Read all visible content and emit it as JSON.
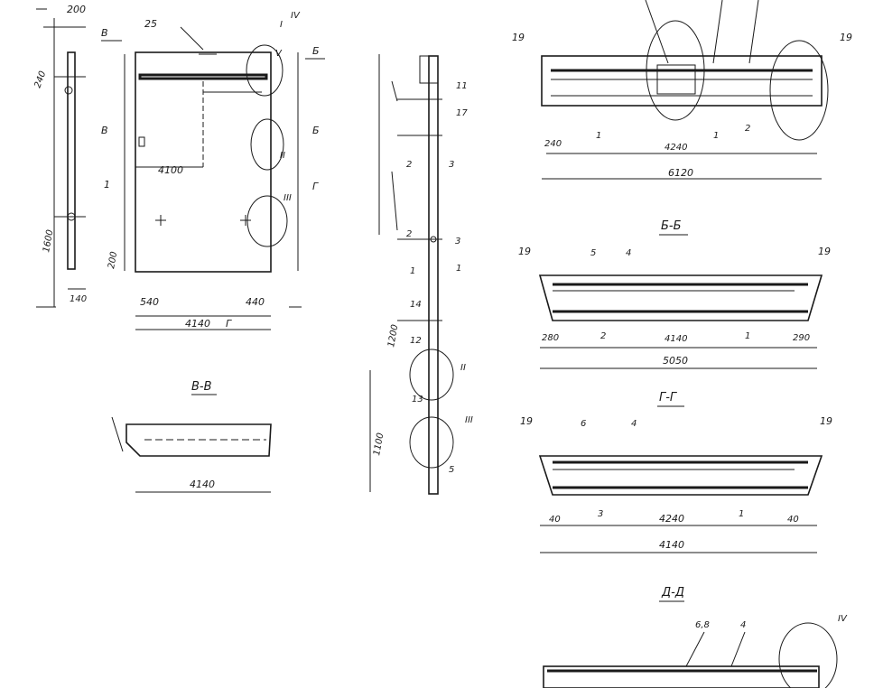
{
  "sheet": {
    "views": {
      "side_strip": {
        "dims": [
          "200",
          "240",
          "1600",
          "140"
        ]
      },
      "front_panel": {
        "marks": [
          "25",
          "1",
          "I",
          "II",
          "III",
          "IV",
          "V"
        ],
        "dims": [
          "4100",
          "540",
          "4140",
          "440",
          "200"
        ],
        "section_cuts": [
          "Б",
          "Б",
          "В",
          "В",
          "Г",
          "Г"
        ]
      },
      "section_v": {
        "title": "В-В",
        "dim": "4140"
      },
      "edge_view": {
        "marks": [
          "11",
          "17",
          "2",
          "3",
          "2",
          "3",
          "1",
          "1",
          "14",
          "12",
          "13",
          "5"
        ],
        "cut_labels": [
          "II",
          "III"
        ],
        "dims": [
          "1200",
          "1100"
        ]
      },
      "plan_a": {
        "marks": [
          "19",
          "19",
          "1",
          "1",
          "2"
        ],
        "dims": [
          "6120",
          "240",
          "4240"
        ]
      },
      "section_b": {
        "title": "Б-Б",
        "marks": [
          "19",
          "19",
          "5",
          "4",
          "2",
          "1"
        ],
        "dims": [
          "280",
          "4140",
          "290",
          "5050"
        ]
      },
      "section_g": {
        "title": "Г-Г",
        "marks": [
          "19",
          "19",
          "6",
          "4",
          "3",
          "1"
        ],
        "dims": [
          "40",
          "4240",
          "40",
          "4140"
        ]
      },
      "section_d": {
        "title": "Д-Д",
        "marks": [
          "6,8",
          "4",
          "IV"
        ]
      }
    }
  }
}
